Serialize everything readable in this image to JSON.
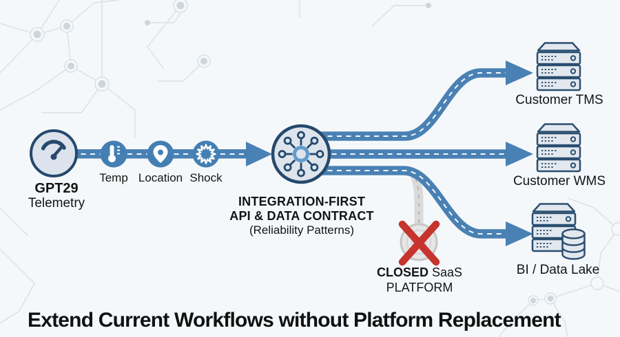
{
  "heading": "Extend Current Workflows without Platform Replacement",
  "source": {
    "title": "GPT29",
    "subtitle": "Telemetry"
  },
  "sensors": [
    {
      "label": "Temp"
    },
    {
      "label": "Location"
    },
    {
      "label": "Shock"
    }
  ],
  "hub": {
    "line1": "INTEGRATION-FIRST",
    "line2": "API & DATA CONTRACT",
    "line3": "(Reliability Patterns)"
  },
  "destinations": [
    {
      "label": "Customer TMS"
    },
    {
      "label": "Customer WMS"
    },
    {
      "label": "BI / Data Lake"
    }
  ],
  "blocked": {
    "word_bold": "CLOSED",
    "word_rest": "SaaS",
    "line2": "PLATFORM"
  },
  "colors": {
    "background": "#f5f8fa",
    "pipe_blue": "#4a81b4",
    "sensor_blue": "#447fb3",
    "node_navy": "#27496d",
    "node_fill": "#dde4ec",
    "hub_ring_blue": "#5f9ccc",
    "blocked_red": "#c7342e",
    "blocked_gray": "#e6e6e6",
    "circuit_gray": "#d9dfe4",
    "text_black": "#141414"
  }
}
